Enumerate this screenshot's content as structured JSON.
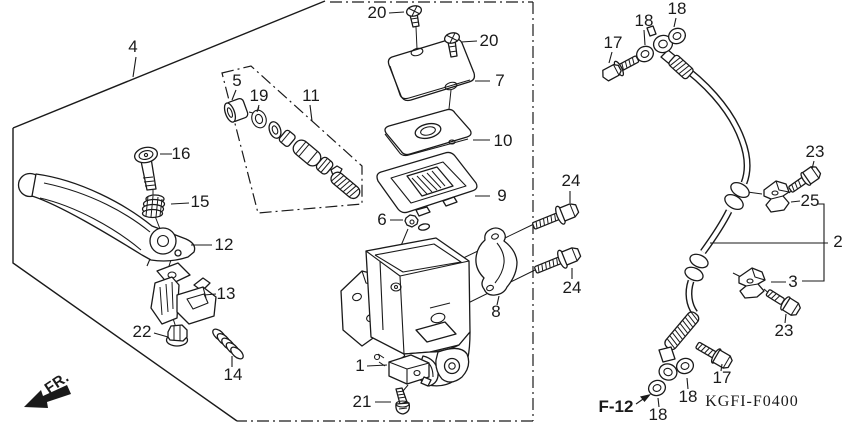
{
  "figure": {
    "diagram_code": "KGFI-F0400",
    "figure_ref": "F-12",
    "direction_label": "FR."
  },
  "callouts": {
    "c4": {
      "label": "4"
    },
    "c20a": {
      "label": "20"
    },
    "c20b": {
      "label": "20"
    },
    "c7": {
      "label": "7"
    },
    "c5": {
      "label": "5"
    },
    "c19": {
      "label": "19"
    },
    "c11": {
      "label": "11"
    },
    "c16": {
      "label": "16"
    },
    "c15": {
      "label": "15"
    },
    "c12": {
      "label": "12"
    },
    "c13": {
      "label": "13"
    },
    "c22": {
      "label": "22"
    },
    "c14": {
      "label": "14"
    },
    "c6": {
      "label": "6"
    },
    "c10": {
      "label": "10"
    },
    "c9": {
      "label": "9"
    },
    "c8": {
      "label": "8"
    },
    "c24a": {
      "label": "24"
    },
    "c24b": {
      "label": "24"
    },
    "c1": {
      "label": "1"
    },
    "c21": {
      "label": "21"
    },
    "c17t": {
      "label": "17"
    },
    "c18ta": {
      "label": "18"
    },
    "c18tb": {
      "label": "18"
    },
    "c23t": {
      "label": "23"
    },
    "c25": {
      "label": "25"
    },
    "c2": {
      "label": "2"
    },
    "c3": {
      "label": "3"
    },
    "c23b": {
      "label": "23"
    },
    "c17b": {
      "label": "17"
    },
    "c18bm": {
      "label": "18"
    },
    "c18bl": {
      "label": "18"
    }
  }
}
